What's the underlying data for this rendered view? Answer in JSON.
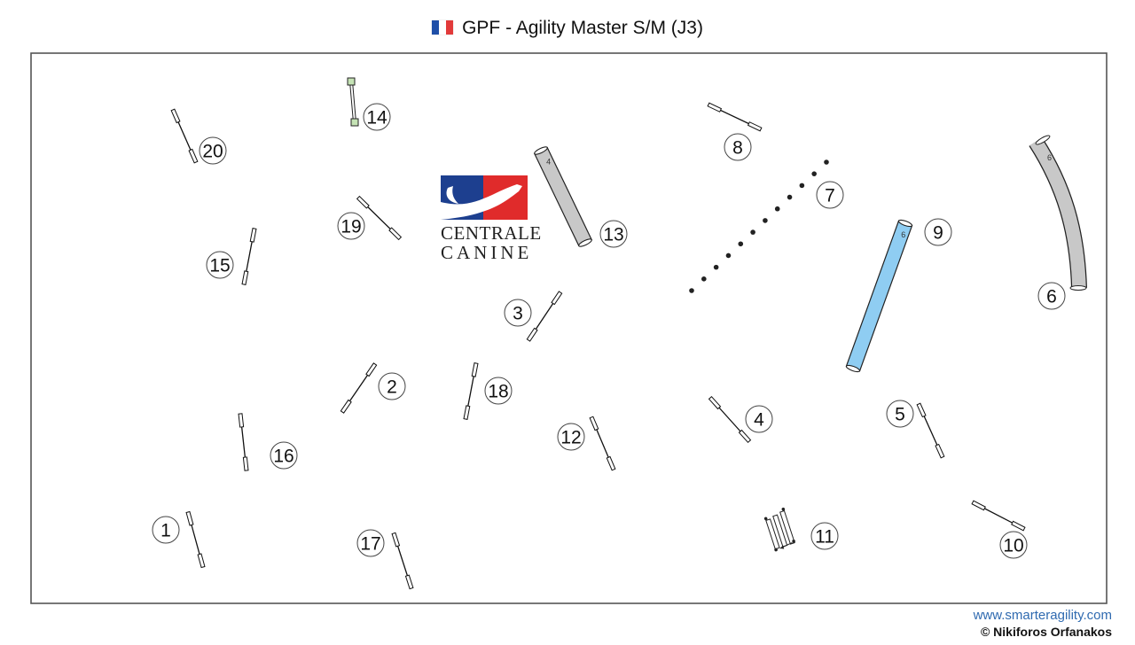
{
  "header": {
    "flag_icon": "france-flag-icon",
    "title": "GPF - Agility Master S/M (J3)"
  },
  "logo": {
    "line1": "CENTRALE",
    "line2": "CANINE",
    "colors": {
      "blue": "#1d3f8f",
      "red": "#e02b2b",
      "white": "#ffffff"
    }
  },
  "footer": {
    "url": "www.smarteragility.com",
    "copyright": "© Nikiforos Orfanakos"
  },
  "colors": {
    "frame": "#555555",
    "tunnel_grey": "#c8c8c8",
    "tunnel_blue": "#8fcdf2",
    "tire_green": "#c5e3b5"
  },
  "course": {
    "obstacles": [
      {
        "number": "1",
        "type": "jump"
      },
      {
        "number": "2",
        "type": "jump"
      },
      {
        "number": "3",
        "type": "jump"
      },
      {
        "number": "4",
        "type": "jump"
      },
      {
        "number": "5",
        "type": "jump"
      },
      {
        "number": "6",
        "type": "tunnel",
        "length_label": "6",
        "shape": "curved"
      },
      {
        "number": "7",
        "type": "weave-poles",
        "poles": 12
      },
      {
        "number": "8",
        "type": "jump"
      },
      {
        "number": "9",
        "type": "tunnel",
        "length_label": "6",
        "shape": "straight"
      },
      {
        "number": "10",
        "type": "jump"
      },
      {
        "number": "11",
        "type": "long-jump"
      },
      {
        "number": "12",
        "type": "jump"
      },
      {
        "number": "13",
        "type": "tunnel",
        "length_label": "4",
        "shape": "straight"
      },
      {
        "number": "14",
        "type": "tire"
      },
      {
        "number": "15",
        "type": "jump"
      },
      {
        "number": "16",
        "type": "jump"
      },
      {
        "number": "17",
        "type": "jump"
      },
      {
        "number": "18",
        "type": "jump"
      },
      {
        "number": "19",
        "type": "jump"
      },
      {
        "number": "20",
        "type": "jump"
      }
    ]
  }
}
